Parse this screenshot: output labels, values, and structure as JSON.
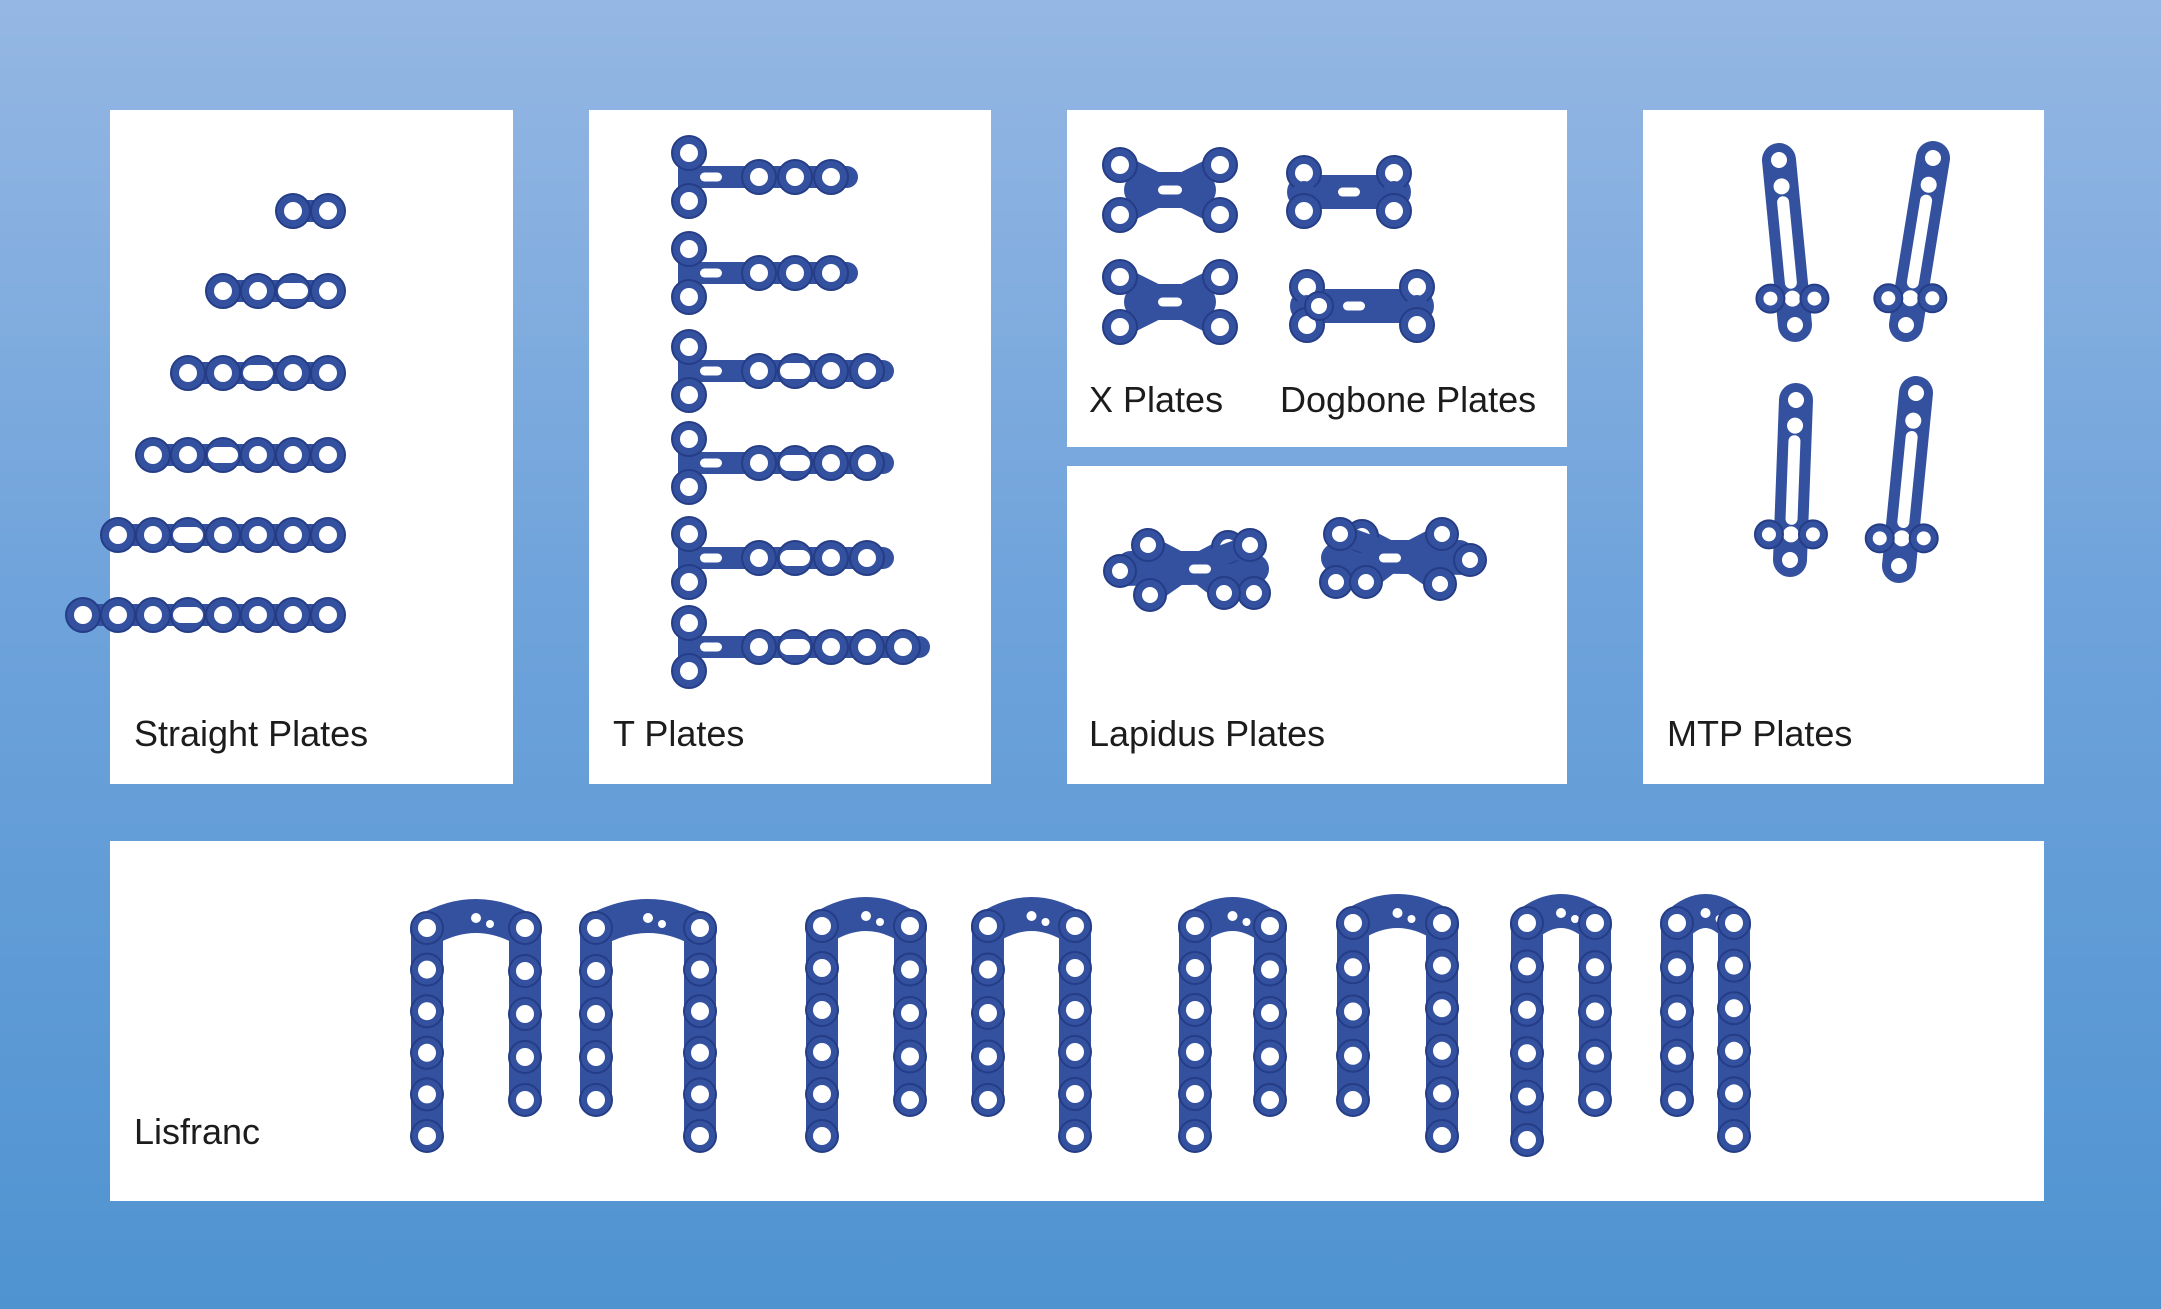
{
  "panels": {
    "straight": {
      "label": "Straight Plates"
    },
    "t_plates": {
      "label": "T Plates"
    },
    "x_plates": {
      "label": "X Plates"
    },
    "dogbone": {
      "label": "Dogbone Plates"
    },
    "lapidus": {
      "label": "Lapidus Plates"
    },
    "mtp": {
      "label": "MTP Plates"
    },
    "lisfranc": {
      "label": "Lisfranc"
    }
  },
  "colors": {
    "plate_fill": "#34519f",
    "plate_edge": "#243d86",
    "background_top": "#95b7e3",
    "background_bottom": "#4f93d1",
    "panel": "#ffffff"
  }
}
